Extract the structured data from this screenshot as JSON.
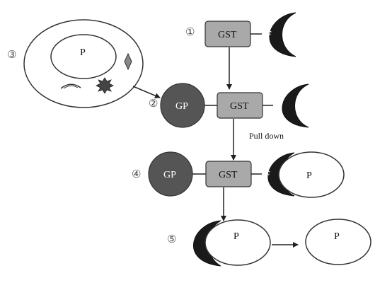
{
  "labels": {
    "gst": "GST",
    "f": "F",
    "gp": "GP",
    "p": "P",
    "pull_down": "Pull down",
    "step1": "①",
    "step2": "②",
    "step3": "③",
    "step4": "④",
    "step5": "⑤"
  },
  "colors": {
    "gst_fill": "#a9a9a9",
    "gp_fill": "#555555",
    "f_fill": "#1a1a1a",
    "stroke": "#222222",
    "background": "#ffffff"
  }
}
